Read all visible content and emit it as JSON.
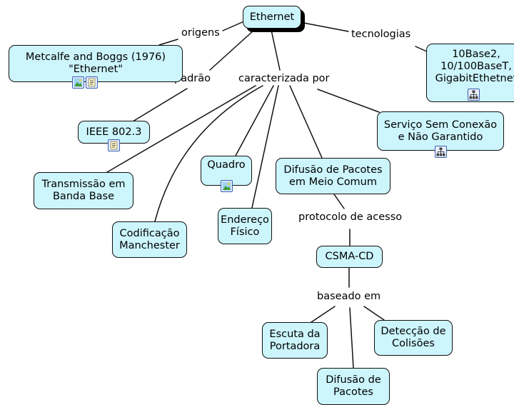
{
  "diagram": {
    "root": "Ethernet",
    "nodes": {
      "metcalfe": "Metcalfe and Boggs (1976)\n\"Ethernet\"",
      "tech": "10Base2,\n10/100BaseT,\nGigabitEthetnet",
      "ieee": "IEEE 802.3",
      "servico": "Serviço Sem Conexão\ne Não Garantido",
      "transmissao": "Transmissão em\nBanda Base",
      "quadro": "Quadro",
      "difusao_meio": "Difusão de Pacotes\nem Meio Comum",
      "codificacao": "Codificação\nManchester",
      "endereco": "Endereço\nFísico",
      "csma": "CSMA-CD",
      "escuta": "Escuta da\nPortadora",
      "deteccao": "Detecção de\nColisões",
      "difusao_pacotes": "Difusão de\nPacotes"
    },
    "link_labels": {
      "origens": "origens",
      "tecnologias": "tecnologias",
      "padrao": "padrão",
      "caracterizada": "caracterizada por",
      "protocolo": "protocolo de acesso",
      "baseado": "baseado em"
    },
    "colors": {
      "node_fill": "#ccf5fc",
      "node_border": "#111111",
      "line": "#111111",
      "icon_border": "#3a5fb0"
    },
    "icons": {
      "metcalfe": [
        "image-icon",
        "document-icon"
      ],
      "tech": [
        "sitemap-icon"
      ],
      "ieee": [
        "document-icon"
      ],
      "servico": [
        "sitemap-icon"
      ],
      "quadro": [
        "image-icon"
      ]
    }
  }
}
